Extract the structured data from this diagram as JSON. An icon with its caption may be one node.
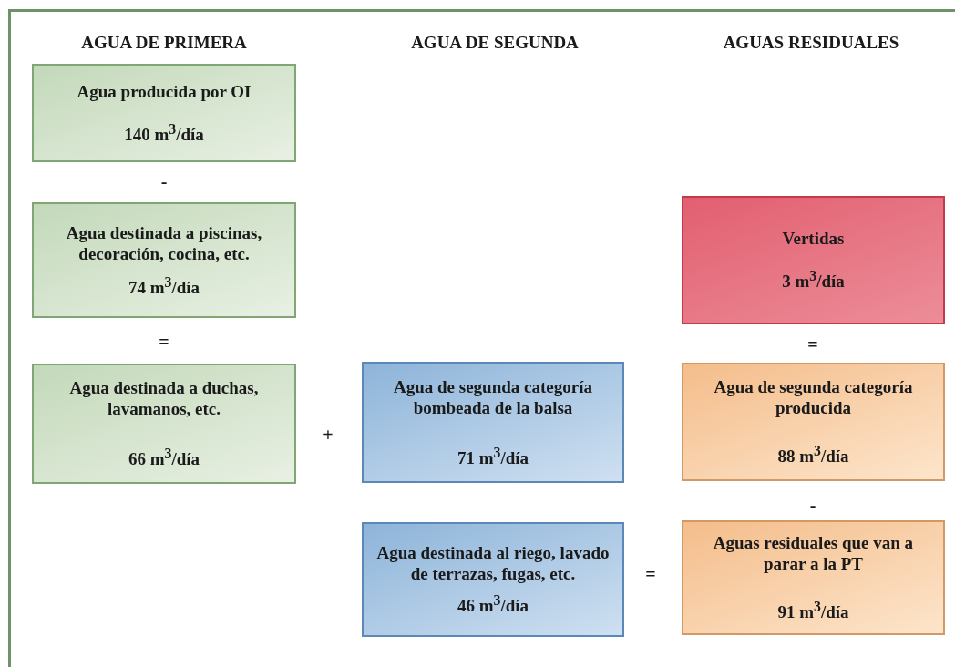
{
  "diagram": {
    "nodes": [
      {
        "text": [
          "Agua producida por OI",
          "140 m$^{3}$/día"
        ]
      },
      {
        "text": [
          "Agua destinada a piscinas, decoración, cocina, etc.",
          "74 m$^{3}$/día"
        ]
      },
      {
        "text": [
          "Agua destinada a duchas, lavamanos, etc.",
          "66 m$^{3}$/día"
        ]
      },
      {
        "text": [
          "Agua de segunda categoría bombeada de la balsa",
          "71 m$^{3}$/día"
        ]
      },
      {
        "text": [
          "Agua destinada al riego, lavado de terrazas, fugas, etc.",
          "46 m$^{3}$/día"
        ]
      },
      {
        "text": [
          "Vertidas",
          "3 m$^{3}$/día"
        ]
      },
      {
        "text": [
          "Agua de segunda categoría producida",
          "88 m$^{3}$/día"
        ]
      },
      {
        "text": [
          "Aguas residuales que van a parar a la PT",
          "91 m$^{3}$/día"
        ]
      }
    ],
    "labels": [
      "AGUA DE PRIMERA",
      "AGUA DE SEGUNDA",
      "AGUAS RESIDUALES",
      "-",
      "=",
      "=",
      "+",
      "-",
      "="
    ]
  }
}
